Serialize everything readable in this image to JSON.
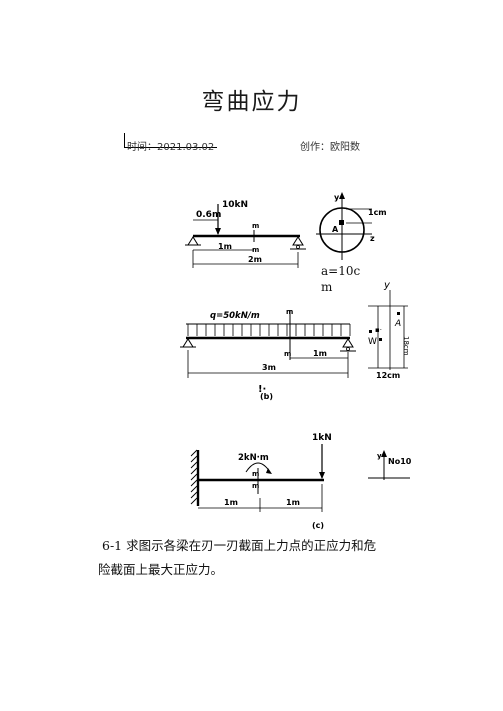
{
  "doc": {
    "title": "弯曲应力",
    "time_label": "时间：2021.03.02",
    "author_label": "创作：欧阳数"
  },
  "fig_a": {
    "load": "10kN",
    "dim_left": "0.6m",
    "dim_1m": "1m",
    "dim_2m": "2m",
    "sec_m_top": "m",
    "sec_m_bottom": "m",
    "axis_y": "y",
    "axis_z": "z",
    "point_A": "A",
    "dim_1cm": "1cm",
    "note_a_line1": "a=10c",
    "note_a_line2": "m"
  },
  "fig_b": {
    "load": "q=50kN/m",
    "sec_m_top": "m",
    "sec_m_bottom": "m",
    "dim_1m": "1m",
    "dim_3m": "3m",
    "label": "(b)",
    "axis_y": "y",
    "point_A": "A",
    "point_W": "W",
    "dim_12cm": "12cm",
    "dim_18cm": "18cm"
  },
  "fig_c": {
    "force": "1kN",
    "moment": "2kN·m",
    "sec_m_top": "m",
    "sec_m_bottom": "m",
    "dim_1m_left": "1m",
    "dim_1m_right": "1m",
    "label": "(c)",
    "axis_y": "y",
    "section": "No10"
  },
  "problem": {
    "line1": "6-1 求图示各梁在刃一刃截面上力点的正应力和危",
    "line2": "险截面上最大正应力。"
  }
}
